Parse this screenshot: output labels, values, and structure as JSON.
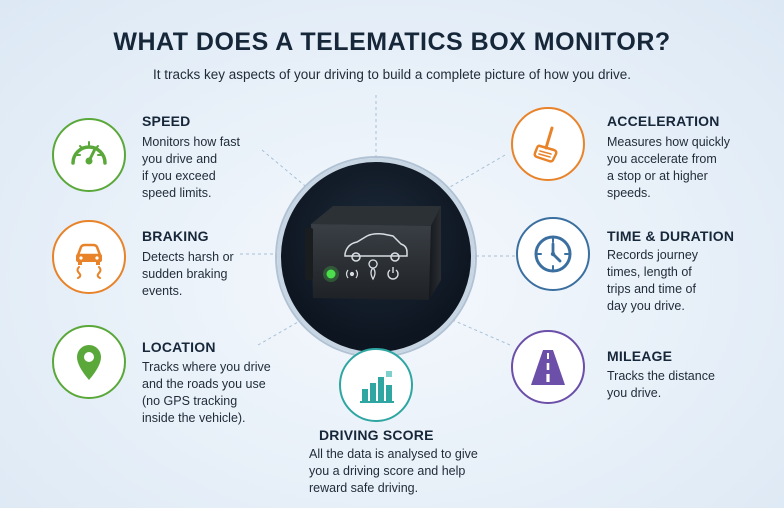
{
  "title": "WHAT DOES A TELEMATICS BOX MONITOR?",
  "subtitle": "It tracks key aspects of your driving to build a complete picture of how you drive.",
  "features": {
    "speed": {
      "title": "SPEED",
      "desc": [
        "Monitors how fast",
        "you drive and",
        "if you exceed",
        "speed limits."
      ],
      "color": "#5aa83a",
      "icon": "speedometer-icon"
    },
    "braking": {
      "title": "BRAKING",
      "desc": [
        "Detects harsh or",
        "sudden braking",
        "events."
      ],
      "color": "#e8832a",
      "icon": "car-skid-icon"
    },
    "location": {
      "title": "LOCATION",
      "desc": [
        "Tracks where you drive",
        "and the roads you use",
        "(no GPS tracking",
        "inside the vehicle)."
      ],
      "color": "#5aa83a",
      "icon": "map-pin-icon"
    },
    "acceleration": {
      "title": "ACCELERATION",
      "desc": [
        "Measures how quickly",
        "you accelerate from",
        "a stop or at higher",
        "speeds."
      ],
      "color": "#e8832a",
      "icon": "pedal-icon"
    },
    "time": {
      "title": "TIME & DURATION",
      "desc": [
        "Records journey",
        "times, length of",
        "trips and time of",
        "day you drive."
      ],
      "color": "#3a6fa0",
      "icon": "clock-icon"
    },
    "mileage": {
      "title": "MILEAGE",
      "desc": [
        "Tracks the distance",
        "you drive."
      ],
      "color": "#6b4fa8",
      "icon": "road-icon"
    },
    "score": {
      "title": "DRIVING SCORE",
      "desc": [
        "All the data is analysed to give",
        "you a driving score and help",
        "reward safe driving."
      ],
      "color": "#2fa6a2",
      "icon": "bar-chart-icon"
    }
  },
  "device": {
    "icon": "telematics-box-icon",
    "led_color": "#4be04b"
  }
}
